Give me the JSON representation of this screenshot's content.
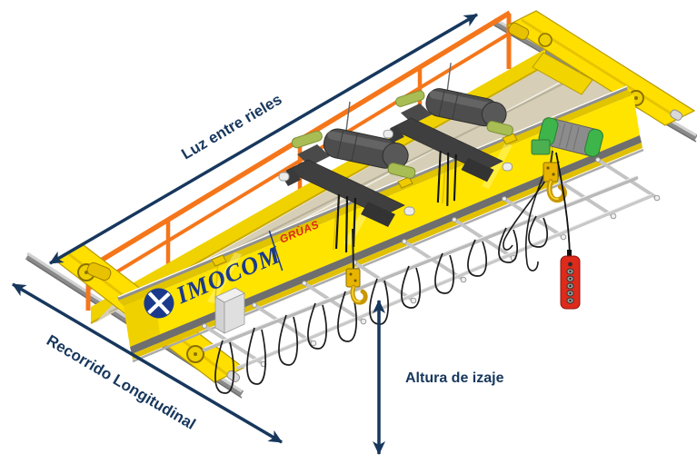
{
  "diagram": {
    "labels": {
      "span": "Luz entre rieles",
      "travel": "Recorrido Longitudinal",
      "lift": "Altura de izaje"
    },
    "logo": {
      "brand": "IMOCOM",
      "division": "GRÙAS"
    },
    "colors": {
      "dimension_navy": "#17375D",
      "crane_yellow": "#FFE400",
      "crane_yellow_dark": "#E0C400",
      "railing_orange": "#F5761A",
      "deck_beige": "#D6CEB6",
      "steel_gray": "#BDBDBD",
      "trolley_gray": "#3F3F3F",
      "accent_green": "#A9BD55",
      "motor_green": "#3DB54B",
      "pendant_red": "#DD2A1B",
      "hook_yellow": "#E8B400",
      "logo_blue": "#1B3A8C",
      "logo_red": "#E02818"
    }
  }
}
